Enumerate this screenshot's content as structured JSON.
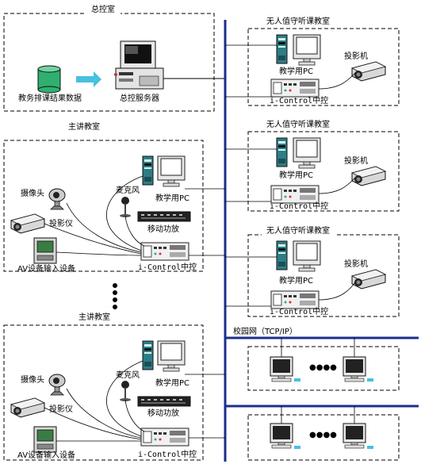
{
  "control_room": {
    "title": "总控室",
    "db_label": "教务排课结果数据",
    "server_label": "总控服务器"
  },
  "main_classrooms": [
    {
      "title": "主讲教室",
      "camera_label": "摄像头",
      "projector_label": "投影仪",
      "av_label": "AV设备输入设备",
      "mic_label": "麦克风",
      "pc_label": "教学用PC",
      "amp_label": "移动功放",
      "controller_label": "i-Control中控"
    },
    {
      "title": "主讲教室",
      "camera_label": "摄像头",
      "projector_label": "投影仪",
      "av_label": "AV设备输入设备",
      "mic_label": "麦克风",
      "pc_label": "教学用PC",
      "amp_label": "移动功放",
      "controller_label": "i-Control中控"
    }
  ],
  "listening_rooms": [
    {
      "title": "无人值守听课教室",
      "pc_label": "教学用PC",
      "projector_label": "投影机",
      "controller_label": "i-Control中控"
    },
    {
      "title": "无人值守听课教室",
      "pc_label": "教学用PC",
      "projector_label": "投影机",
      "controller_label": "i-Control中控"
    },
    {
      "title": "无人值守听课教室",
      "pc_label": "教学用PC",
      "projector_label": "投影机",
      "controller_label": "i-Control中控"
    }
  ],
  "campus_network": {
    "title": "校园网（TCP/IP）",
    "ellipsis": "●●●●"
  },
  "colors": {
    "backbone": "#1c2f8c",
    "db": "#2fb070",
    "arrow": "#48c0e0",
    "tower": "#2e7d86",
    "screen": "#2a6fae"
  }
}
